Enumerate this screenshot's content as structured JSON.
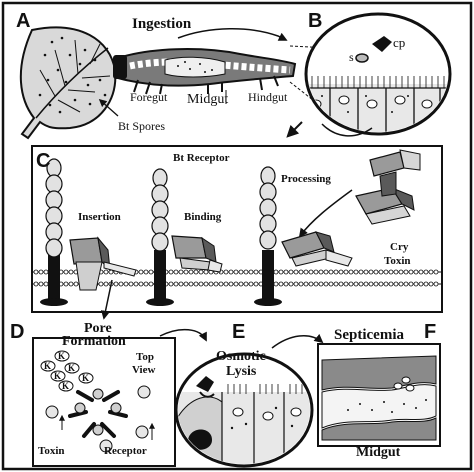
{
  "panels": {
    "a": "A",
    "b": "B",
    "c": "C",
    "d": "D",
    "e": "E",
    "f": "F"
  },
  "panel_a": {
    "spores": "Bt Spores"
  },
  "ingestion": {
    "title": "Ingestion",
    "foregut": "Foregut",
    "midgut": "Midgut",
    "hindgut": "Hindgut"
  },
  "panel_b": {
    "s": "s",
    "cp": "cp"
  },
  "panel_c": {
    "receptor": "Bt Receptor",
    "processing": "Processing",
    "insertion": "Insertion",
    "binding": "Binding",
    "cry": "Cry",
    "toxin": "Toxin"
  },
  "panel_d": {
    "pore1": "Pore",
    "pore2": "Formation",
    "top1": "Top",
    "top2": "View",
    "toxin": "Toxin",
    "receptor": "Receptor",
    "k": "K"
  },
  "panel_e": {
    "osmotic": "Osmotic",
    "lysis": "Lysis"
  },
  "panel_f": {
    "septicemia": "Septicemia",
    "midgut": "Midgut"
  },
  "colors": {
    "ink": "#111111",
    "gray": "#8a8a8a",
    "light": "#cfcfcf",
    "pale": "#e6e6e6",
    "mid": "#5a5a5a"
  }
}
